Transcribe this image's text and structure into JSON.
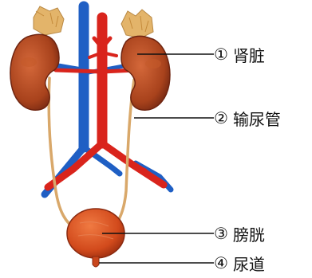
{
  "labels": [
    {
      "number": "①",
      "text": "肾脏"
    },
    {
      "number": "②",
      "text": "输尿管"
    },
    {
      "number": "③",
      "text": "膀胱"
    },
    {
      "number": "④",
      "text": "尿道"
    }
  ],
  "colors": {
    "kidney": "#b5481f",
    "kidney_dark": "#7e2a10",
    "adrenal": "#e7c07a",
    "artery": "#d9241c",
    "vein": "#1f5fc4",
    "ureter": "#e9c27e",
    "bladder": "#d94d1e",
    "leader": "#111111"
  }
}
